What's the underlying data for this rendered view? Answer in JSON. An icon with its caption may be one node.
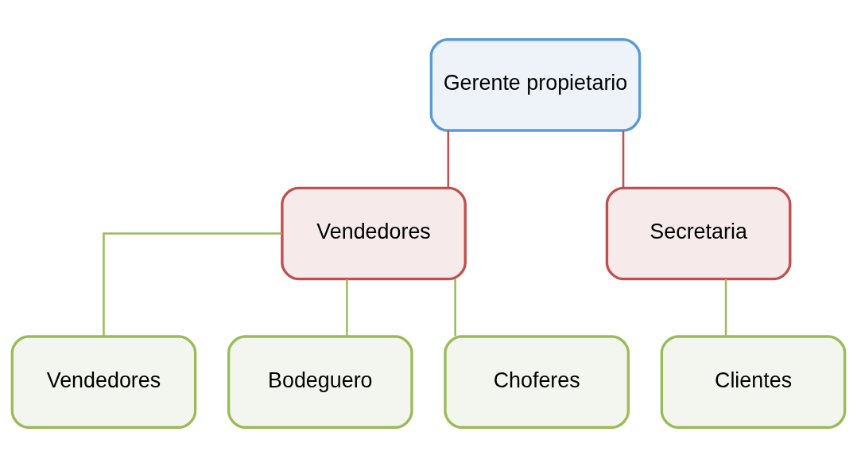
{
  "diagram": {
    "nodes": [
      {
        "text": [
          "Gerente propietario"
        ]
      },
      {
        "text": [
          "Vendedores"
        ]
      },
      {
        "text": [
          "Secretaria"
        ]
      },
      {
        "text": [
          "Vendedores"
        ]
      },
      {
        "text": [
          "Bodeguero"
        ]
      },
      {
        "text": [
          "Choferes"
        ]
      },
      {
        "text": [
          "Clientes"
        ]
      }
    ],
    "edges": [
      {
        "from": 0,
        "to": 1,
        "arrow": "none",
        "color": "#c0504d"
      },
      {
        "from": 0,
        "to": 2,
        "arrow": "none",
        "color": "#c0504d"
      },
      {
        "from": 1,
        "to": 3,
        "arrow": "none"
      },
      {
        "from": 1,
        "to": 4,
        "arrow": "none"
      },
      {
        "from": 1,
        "to": 5,
        "arrow": "none"
      },
      {
        "from": 2,
        "to": 6,
        "arrow": "none"
      }
    ]
  }
}
